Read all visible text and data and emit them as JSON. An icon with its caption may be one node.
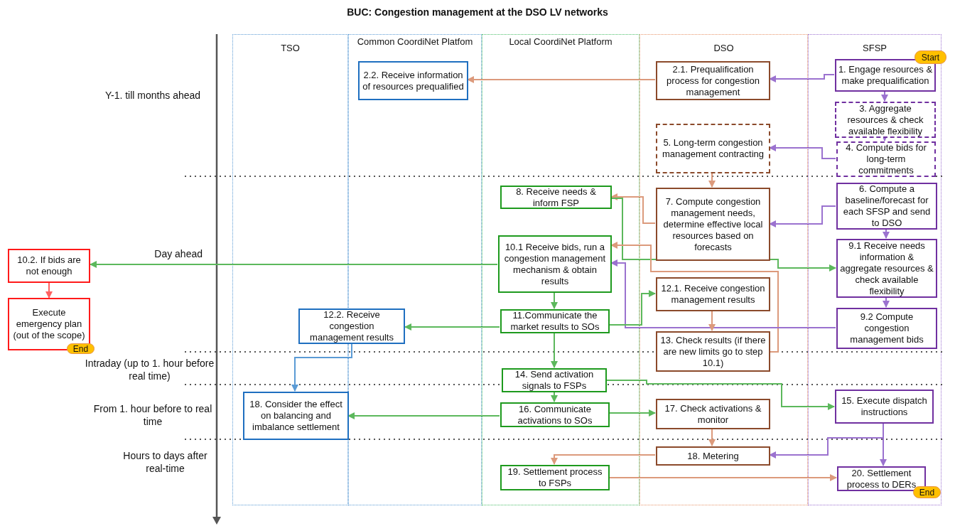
{
  "diagram": {
    "title": "BUC: Congestion management at the DSO LV networks",
    "nodes": [
      {
        "text": [
          "TSO"
        ]
      },
      {
        "text": [
          "Common CoordiNet Platfom"
        ]
      },
      {
        "text": [
          "Local CoordiNet Platform"
        ]
      },
      {
        "text": [
          "DSO"
        ]
      },
      {
        "text": [
          "SFSP"
        ]
      },
      {
        "text": [
          "1. Engage resources & make prequalification"
        ],
        "in": 4
      },
      {
        "text": [
          "Start"
        ]
      },
      {
        "text": [
          "2.1. Prequalification process for congestion management"
        ],
        "in": 3
      },
      {
        "text": [
          "2.2. Receive information of resources prequalified"
        ],
        "in": 1
      },
      {
        "text": [
          "3. Aggregate resources & check available flexibility"
        ],
        "in": 4
      },
      {
        "text": [
          "4. Compute bids for long-term commitments"
        ],
        "in": 4
      },
      {
        "text": [
          "5. Long-term congestion management contracting"
        ],
        "in": 3
      },
      {
        "text": [
          "6. Compute a baseline/forecast for each SFSP and send to DSO"
        ],
        "in": 4
      },
      {
        "text": [
          "7.  Compute congestion management needs, determine effective local resources based on forecasts"
        ],
        "in": 3
      },
      {
        "text": [
          "8. Receive needs & inform FSP"
        ],
        "in": 2
      },
      {
        "text": [
          "9.1 Receive needs information & aggregate resources & check available flexibility"
        ],
        "in": 4
      },
      {
        "text": [
          "10.1 Receive bids, run a congestion management mechanism & obtain results"
        ],
        "in": 2
      },
      {
        "text": [
          "10.2. If bids are not enough"
        ]
      },
      {
        "text": [
          "Execute emergency plan (out of the scope)"
        ]
      },
      {
        "text": [
          "End"
        ]
      },
      {
        "text": [
          "12.1. Receive congestion management results"
        ],
        "in": 3
      },
      {
        "text": [
          "9.2 Compute congestion management bids"
        ],
        "in": 4
      },
      {
        "text": [
          "11.Communicate the market results to SOs"
        ],
        "in": 2
      },
      {
        "text": [
          "12.2. Receive congestion management results"
        ]
      },
      {
        "text": [
          "13.  Check results (if there are new limits go to step 10.1)"
        ],
        "in": 3
      },
      {
        "text": [
          "14.  Send activation signals to FSPs"
        ],
        "in": 2
      },
      {
        "text": [
          "18. Consider the effect on balancing and imbalance settlement"
        ],
        "in": 0
      },
      {
        "text": [
          "16. Communicate activations to SOs"
        ],
        "in": 2
      },
      {
        "text": [
          "17.  Check activations & monitor"
        ],
        "in": 3
      },
      {
        "text": [
          "15. Execute dispatch instructions"
        ],
        "in": 4
      },
      {
        "text": [
          "18.  Metering"
        ],
        "in": 3
      },
      {
        "text": [
          "19. Settlement process to FSPs"
        ],
        "in": 2
      },
      {
        "text": [
          "20. Settlement process to DERs"
        ],
        "in": 4
      },
      {
        "text": [
          "End"
        ],
        "in": 4
      }
    ],
    "edges": [
      {
        "from": 5,
        "to": 7,
        "arrow": "to"
      },
      {
        "from": 7,
        "to": 8,
        "arrow": "to",
        "color": "#dc9a7c"
      },
      {
        "from": 5,
        "to": 9,
        "arrow": "to"
      },
      {
        "from": 9,
        "to": 10,
        "arrow": "to"
      },
      {
        "from": 10,
        "to": 11,
        "arrow": "to"
      },
      {
        "from": 11,
        "to": 13,
        "arrow": "to",
        "color": "#dc9a7c"
      },
      {
        "from": 12,
        "to": 13,
        "arrow": "to"
      },
      {
        "from": 13,
        "to": 14,
        "arrow": "to",
        "color": "#dc9a7c"
      },
      {
        "from": 14,
        "to": 15,
        "arrow": "to",
        "color": "#5cb85c"
      },
      {
        "from": 12,
        "to": 15,
        "arrow": "to"
      },
      {
        "from": 15,
        "to": 21,
        "arrow": "to"
      },
      {
        "from": 24,
        "to": 16,
        "arrow": "to",
        "color": "#dc9a7c"
      },
      {
        "from": 21,
        "to": 16,
        "arrow": "to"
      },
      {
        "from": 16,
        "to": 17,
        "arrow": "to",
        "color": "#5cb85c"
      },
      {
        "from": 17,
        "to": 18,
        "arrow": "to",
        "color": "#ff6161"
      },
      {
        "from": 16,
        "to": 22,
        "arrow": "to",
        "color": "#5cb85c"
      },
      {
        "from": 22,
        "to": 23,
        "arrow": "to",
        "color": "#5cb85c"
      },
      {
        "from": 22,
        "to": 20,
        "arrow": "to",
        "color": "#5cb85c"
      },
      {
        "from": 20,
        "to": 24,
        "arrow": "to",
        "color": "#dc9a7c"
      },
      {
        "from": 23,
        "to": 26,
        "arrow": "to",
        "color": "#5b9bd5"
      },
      {
        "from": 22,
        "to": 25,
        "arrow": "to",
        "color": "#5cb85c"
      },
      {
        "from": 25,
        "to": 27,
        "arrow": "to",
        "color": "#5cb85c"
      },
      {
        "from": 25,
        "to": 29,
        "arrow": "to",
        "color": "#5cb85c"
      },
      {
        "from": 27,
        "to": 26,
        "arrow": "to",
        "color": "#5cb85c"
      },
      {
        "from": 27,
        "to": 28,
        "arrow": "to",
        "color": "#5cb85c"
      },
      {
        "from": 28,
        "to": 30,
        "arrow": "to",
        "color": "#dc9a7c"
      },
      {
        "from": 29,
        "to": 30,
        "arrow": "to"
      },
      {
        "from": 29,
        "to": 32,
        "arrow": "to"
      },
      {
        "from": 30,
        "to": 31,
        "arrow": "to",
        "color": "#dc9a7c"
      },
      {
        "from": 31,
        "to": 32,
        "arrow": "to",
        "color": "#dc9a7c"
      }
    ],
    "labels": [
      "Y-1. till months ahead",
      "Day ahead",
      "Intraday (up to 1. hour before real time)",
      "From 1. hour before to real time",
      "Hours to days after real-time"
    ]
  }
}
